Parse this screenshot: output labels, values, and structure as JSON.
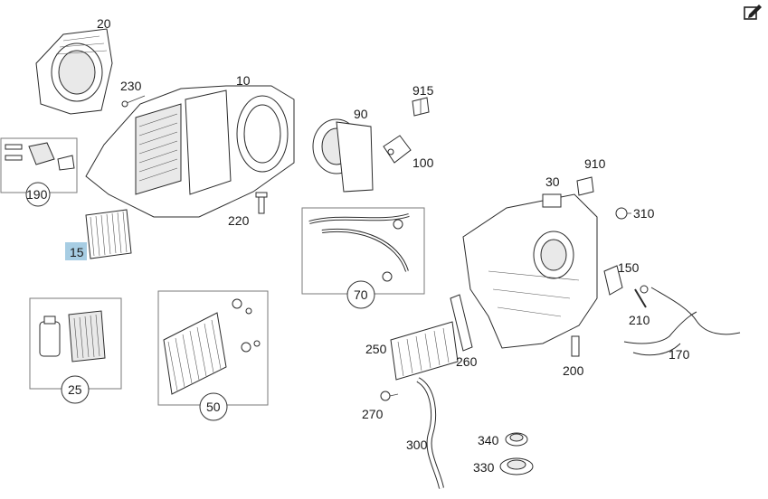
{
  "edit_icon": "edit-icon",
  "parts": {
    "p10": "10",
    "p15": "15",
    "p20": "20",
    "p25": "25",
    "p30": "30",
    "p50": "50",
    "p70": "70",
    "p90": "90",
    "p100": "100",
    "p150": "150",
    "p170": "170",
    "p190": "190",
    "p200": "200",
    "p210": "210",
    "p220": "220",
    "p230": "230",
    "p250": "250",
    "p260": "260",
    "p270": "270",
    "p300": "300",
    "p310": "310",
    "p330": "330",
    "p340": "340",
    "p910": "910",
    "p915": "915"
  },
  "highlight_color": "#a7cde3"
}
